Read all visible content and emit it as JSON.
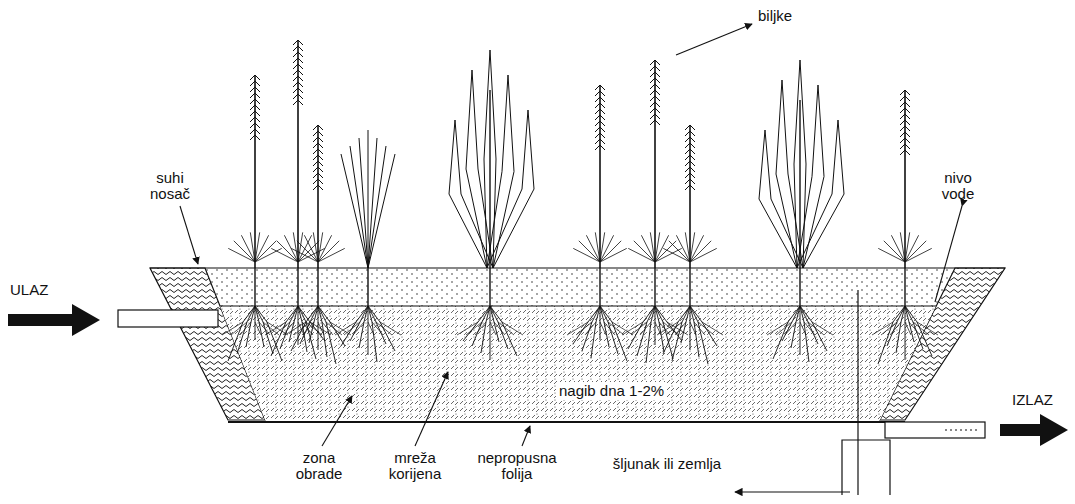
{
  "diagram": {
    "labels": [
      "ULAZ",
      "IZLAZ",
      "biljke",
      "suhi nosač",
      "nivo vode",
      "nagib dna 1-2%",
      "zona obrade",
      "mreža korijena",
      "nepropusna folija",
      "šljunak ili zemlja"
    ]
  }
}
